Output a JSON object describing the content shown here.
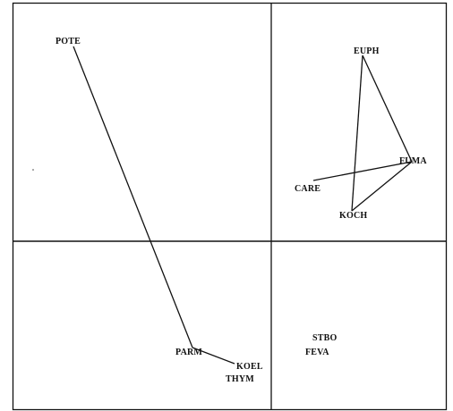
{
  "colors": {
    "ink": "#111111",
    "background": "#ffffff"
  },
  "nodes": [
    {
      "id": "pote",
      "label": "POTE"
    },
    {
      "id": "euph",
      "label": "EUPH"
    },
    {
      "id": "fuma",
      "label": "FUMA"
    },
    {
      "id": "care",
      "label": "CARE"
    },
    {
      "id": "koch",
      "label": "KOCH"
    },
    {
      "id": "parm",
      "label": "PARM"
    },
    {
      "id": "koel",
      "label": "KOEL"
    },
    {
      "id": "thym",
      "label": "THYM"
    },
    {
      "id": "stbo",
      "label": "STBO"
    },
    {
      "id": "feva",
      "label": "FEVA"
    }
  ],
  "edges": [
    {
      "from": "pote",
      "to": "parm"
    },
    {
      "from": "parm",
      "to": "koel"
    },
    {
      "from": "euph",
      "to": "fuma"
    },
    {
      "from": "euph",
      "to": "koch"
    },
    {
      "from": "fuma",
      "to": "koch"
    },
    {
      "from": "care",
      "to": "fuma"
    }
  ]
}
